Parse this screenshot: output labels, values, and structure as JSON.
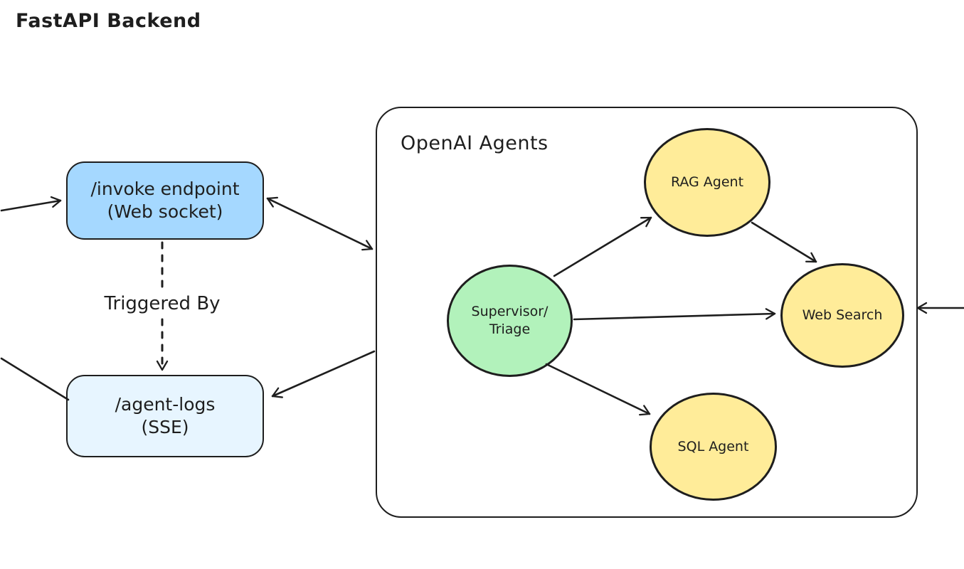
{
  "diagram": {
    "title": "FastAPI Backend",
    "container_title": "OpenAI Agents",
    "nodes": {
      "invoke": {
        "label": "/invoke endpoint\n(Web socket)",
        "fill": "#a5d8ff",
        "shape": "rounded-rect"
      },
      "agent_logs": {
        "label": "/agent-logs\n(SSE)",
        "fill": "#e7f5ff",
        "shape": "rounded-rect"
      },
      "supervisor": {
        "label": "Supervisor/\nTriage",
        "fill": "#b2f2bb",
        "shape": "ellipse"
      },
      "rag_agent": {
        "label": "RAG Agent",
        "fill": "#ffec99",
        "shape": "ellipse"
      },
      "web_search": {
        "label": "Web Search",
        "fill": "#ffec99",
        "shape": "ellipse"
      },
      "sql_agent": {
        "label": "SQL Agent",
        "fill": "#ffec99",
        "shape": "ellipse"
      }
    },
    "edges": [
      {
        "from": "external-left",
        "to": "invoke",
        "style": "solid",
        "arrowheads": "end",
        "label": ""
      },
      {
        "from": "invoke",
        "to": "openai-agents-container",
        "style": "solid",
        "arrowheads": "both",
        "label": ""
      },
      {
        "from": "invoke",
        "to": "agent_logs",
        "style": "dashed",
        "arrowheads": "end",
        "label": "Triggered By"
      },
      {
        "from": "external-left",
        "to": "agent_logs",
        "style": "solid",
        "arrowheads": "none",
        "label": ""
      },
      {
        "from": "openai-agents-container",
        "to": "agent_logs",
        "style": "solid",
        "arrowheads": "end",
        "label": ""
      },
      {
        "from": "external-right",
        "to": "web_search",
        "style": "solid",
        "arrowheads": "end",
        "label": ""
      },
      {
        "from": "supervisor",
        "to": "rag_agent",
        "style": "solid",
        "arrowheads": "end",
        "label": ""
      },
      {
        "from": "supervisor",
        "to": "web_search",
        "style": "solid",
        "arrowheads": "end",
        "label": ""
      },
      {
        "from": "supervisor",
        "to": "sql_agent",
        "style": "solid",
        "arrowheads": "end",
        "label": ""
      },
      {
        "from": "rag_agent",
        "to": "web_search",
        "style": "solid",
        "arrowheads": "end",
        "label": ""
      }
    ],
    "colors": {
      "stroke": "#1e1e1e",
      "invoke_fill": "#a5d8ff",
      "agent_logs_fill": "#e7f5ff",
      "supervisor_fill": "#b2f2bb",
      "agent_fill": "#ffec99",
      "background": "#ffffff"
    }
  }
}
